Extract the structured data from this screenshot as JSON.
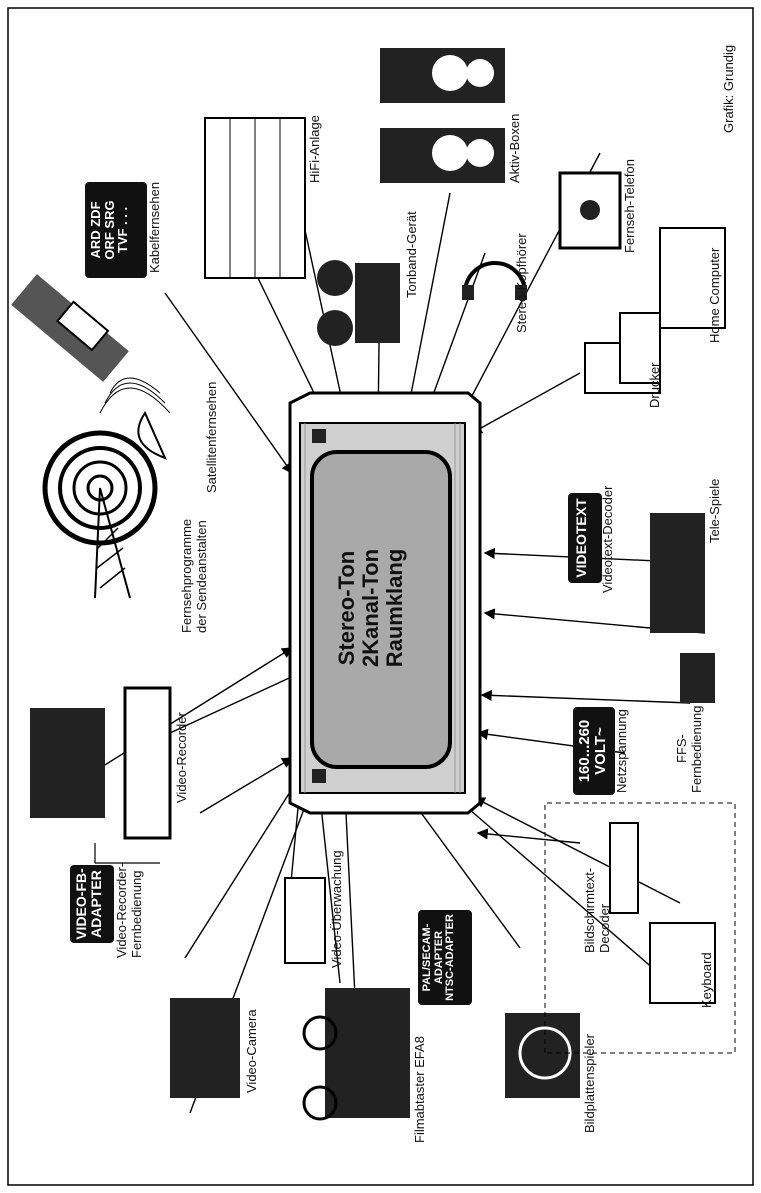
{
  "credit": "Grafik: Grundig",
  "tv_screen": [
    "Stereo-Ton",
    "2Kanal-Ton",
    "Raumklang"
  ],
  "boxes": {
    "kabel": [
      "ARD ZDF",
      "ORF SRG",
      "TVF . . ."
    ],
    "videotext": [
      "VIDEOTEXT"
    ],
    "volt": [
      "160...260",
      "VOLT~"
    ],
    "fb_adapter": [
      "VIDEO-FB-",
      "ADAPTER"
    ],
    "pal_secam": [
      "PAL/SECAM-",
      "ADAPTER",
      "NTSC-ADAPTER"
    ]
  },
  "labels": {
    "satellit": "Satellitenfernsehen",
    "kabel": "Kabelfernsehen",
    "hifi": "HiFi-Anlage",
    "tonband": "Tonband-Gerät",
    "aktiv": "Aktiv-Boxen",
    "kopfhoerer": "Stereo-Kopfhörer",
    "fernsehtelefon": "Fernseh-Telefon",
    "homecomputer": "Home Computer",
    "drucker": "Drucker",
    "videotext": "Videotext-Decoder",
    "telespiele": "Tele-Spiele",
    "ffs_1": "FFS-",
    "ffs_2": "Fernbedienung",
    "netz": "Netzspannung",
    "sende_1": "Fernsehprogramme",
    "sende_2": "der Sendeanstalten",
    "recorder": "Video-Recorder",
    "recfern_1": "Video-Recorder-",
    "recfern_2": "Fernbedienung",
    "camera": "Video-Camera",
    "ueberwachung": "Video-Überwachung",
    "filmabtaster": "Filmabtaster EFA8",
    "bildplatte": "Bildplattenspieler",
    "btx_1": "Bildschirmtext-",
    "btx_2": "Decoder",
    "keyboard": "Keyboard"
  }
}
